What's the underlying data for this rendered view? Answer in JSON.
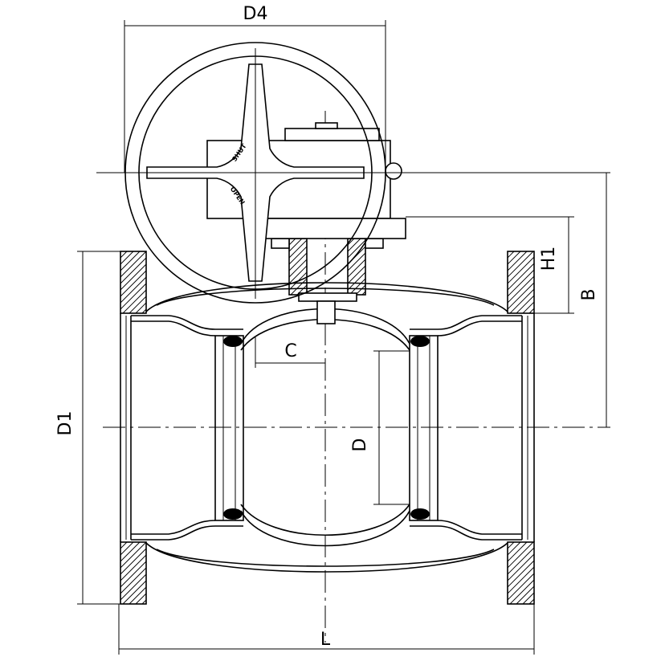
{
  "dimensions": {
    "handwheel_diameter": "D4",
    "gearbox_height": "H1",
    "overall_height": "B",
    "offset": "C",
    "bore": "D",
    "flange_diameter": "D1",
    "length": "L"
  },
  "handwheel_markings": {
    "shut": "SHUT",
    "open": "OPEN"
  },
  "colors": {
    "line": "#000000",
    "background": "#ffffff"
  }
}
